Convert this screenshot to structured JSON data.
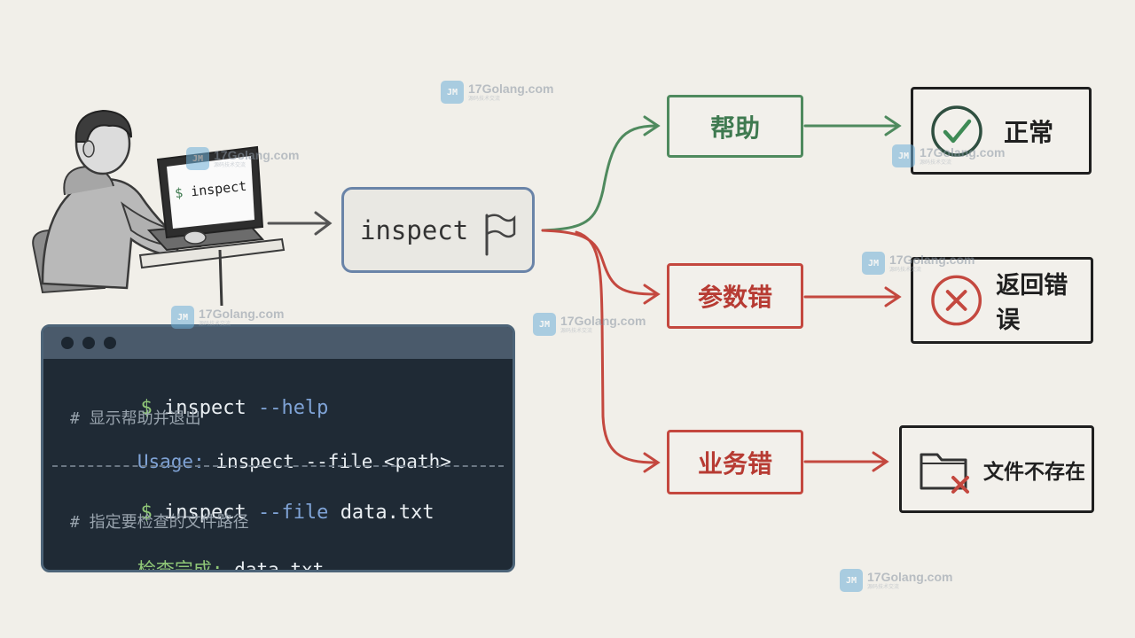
{
  "laptop_screen": {
    "prompt": "$",
    "command": "inspect"
  },
  "central_node": {
    "label": "inspect"
  },
  "branches": [
    {
      "label": "帮助",
      "result": "正常"
    },
    {
      "label": "参数错",
      "result": "返回错误"
    },
    {
      "label": "业务错",
      "result": "文件不存在"
    }
  ],
  "terminal": {
    "lines": [
      {
        "prompt": "$",
        "cmd": "inspect",
        "flag": "--help"
      },
      {
        "comment": "# 显示帮助并退出"
      },
      {
        "key": "Usage:",
        "text": "inspect --file <path>"
      },
      {
        "prompt": "$",
        "cmd": "inspect",
        "flag": "--file",
        "arg": "data.txt"
      },
      {
        "comment": "# 指定要检查的文件路径"
      },
      {
        "key": "检查完成:",
        "text": "data.txt"
      }
    ]
  },
  "watermark": {
    "name": "17Golang.com",
    "sub": "源码技术交流",
    "logo": "JM"
  },
  "colors": {
    "green": "#4f8a5e",
    "red": "#c4483f",
    "blue": "#6a84a8",
    "terminal_bg": "#1f2a35"
  },
  "icons": [
    "check-circle-icon",
    "x-circle-icon",
    "folder-error-icon",
    "flag-icon"
  ]
}
